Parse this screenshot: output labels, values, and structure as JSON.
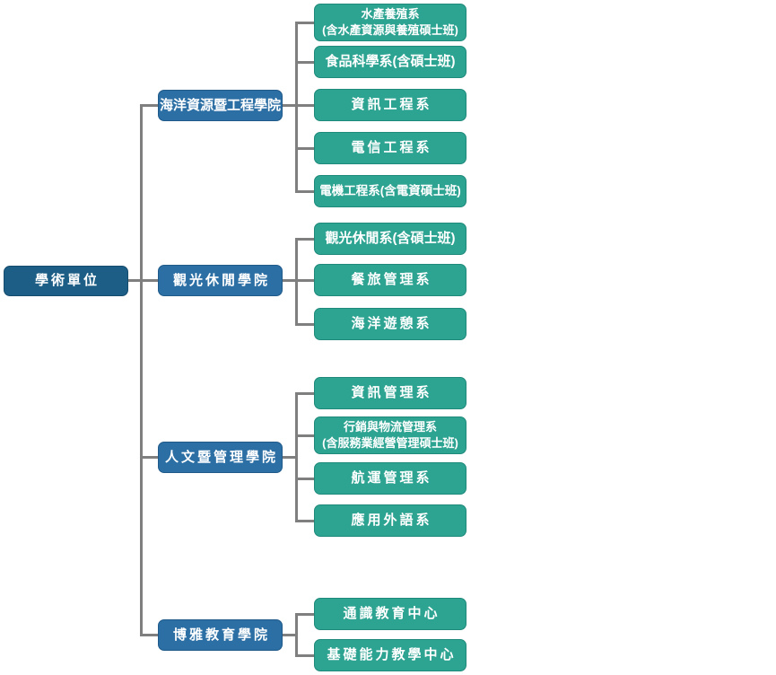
{
  "diagram": {
    "root": {
      "label": "學術單位"
    },
    "colleges": [
      {
        "label": "海洋資源暨工程學院",
        "departments": [
          {
            "line1": "水產養殖系",
            "line2": "(含水產資源與養殖碩士班)"
          },
          {
            "line1": "食品科學系(含碩士班)"
          },
          {
            "line1": "資訊工程系"
          },
          {
            "line1": "電信工程系"
          },
          {
            "line1": "電機工程系(含電資碩士班)"
          }
        ]
      },
      {
        "label": "觀光休閒學院",
        "departments": [
          {
            "line1": "觀光休閒系(含碩士班)"
          },
          {
            "line1": "餐旅管理系"
          },
          {
            "line1": "海洋遊憩系"
          }
        ]
      },
      {
        "label": "人文暨管理學院",
        "departments": [
          {
            "line1": "資訊管理系"
          },
          {
            "line1": "行銷與物流管理系",
            "line2": "(含服務業經營管理碩士班)"
          },
          {
            "line1": "航運管理系"
          },
          {
            "line1": "應用外語系"
          }
        ]
      },
      {
        "label": "博雅教育學院",
        "departments": [
          {
            "line1": "通識教育中心"
          },
          {
            "line1": "基礎能力教學中心"
          }
        ]
      }
    ],
    "colors": {
      "root_bg": "#1d5e86",
      "root_border": "#154b6d",
      "college_bg": "#2c6fa4",
      "college_border": "#1f5a8a",
      "department_bg": "#2da392",
      "department_border": "#1f8a7b",
      "connector": "#7f7f7f",
      "text": "#ffffff"
    }
  }
}
